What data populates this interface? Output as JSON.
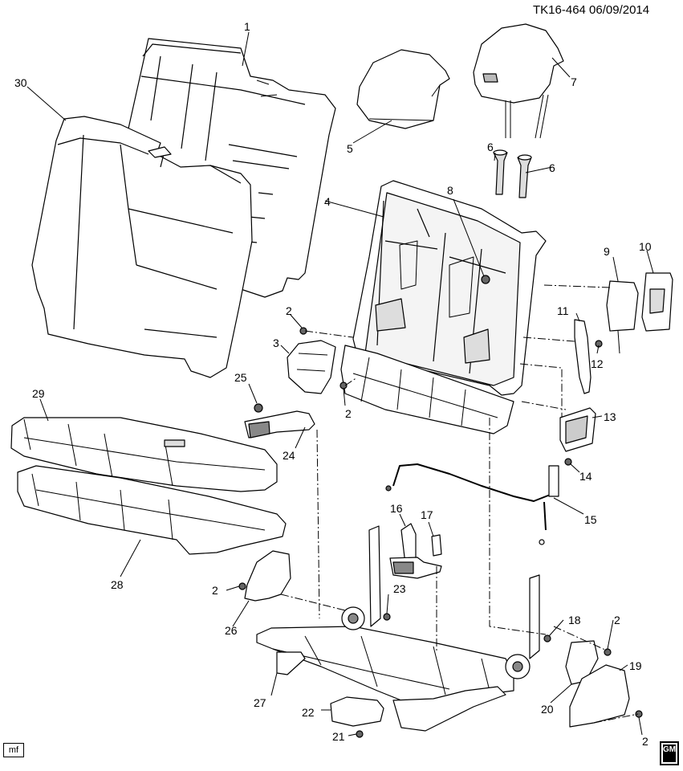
{
  "header": {
    "code": "TK16-464",
    "date": "06/09/2014"
  },
  "footer": {
    "left_tag": "mf",
    "logo_text": "GM"
  },
  "callouts": {
    "c1": "1",
    "c2a": "2",
    "c2b": "2",
    "c2c": "2",
    "c2d": "2",
    "c2e": "2",
    "c3": "3",
    "c4": "4",
    "c5": "5",
    "c6a": "6",
    "c6b": "6",
    "c7": "7",
    "c8": "8",
    "c9": "9",
    "c10": "10",
    "c11": "11",
    "c12": "12",
    "c13": "13",
    "c14": "14",
    "c15": "15",
    "c16": "16",
    "c17": "17",
    "c18": "18",
    "c19": "19",
    "c20": "20",
    "c21": "21",
    "c22": "22",
    "c23": "23",
    "c24": "24",
    "c25": "25",
    "c26": "26",
    "c27": "27",
    "c28": "28",
    "c29": "29",
    "c30": "30"
  }
}
